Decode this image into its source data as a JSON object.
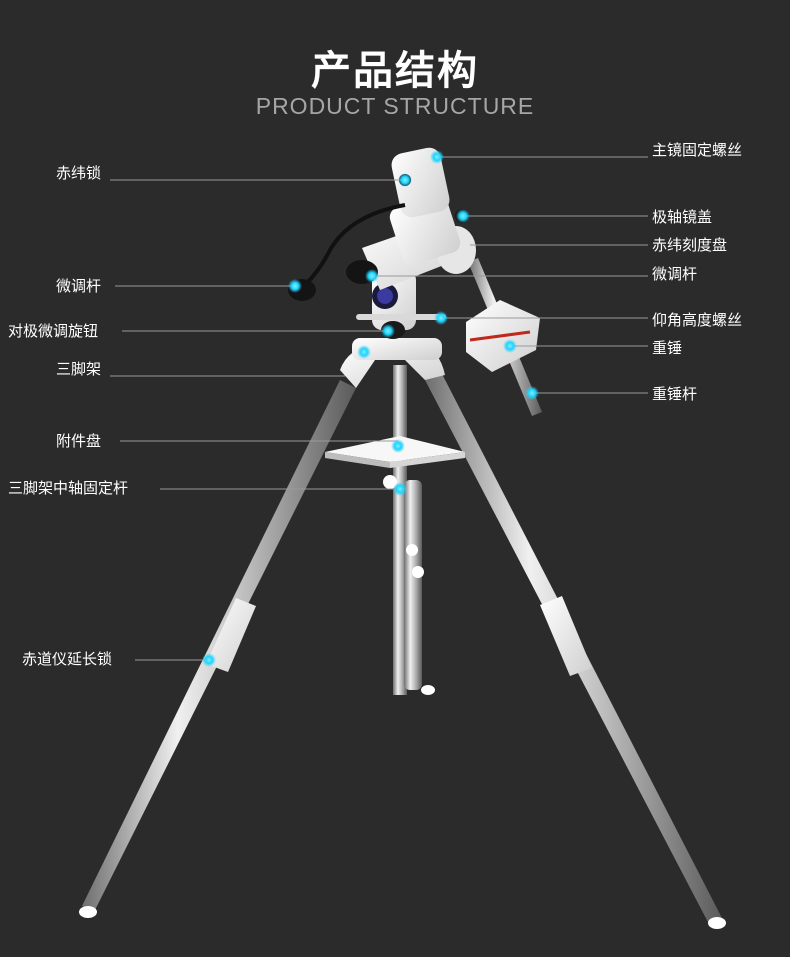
{
  "header": {
    "title": "产品结构",
    "subtitle": "PRODUCT STRUCTURE"
  },
  "labels_left": [
    {
      "id": "ra-lock",
      "text": "赤纬锁"
    },
    {
      "id": "slow-motion-rod-left",
      "text": "微调杆"
    },
    {
      "id": "polar-fine-knob",
      "text": "对极微调旋钮"
    },
    {
      "id": "tripod",
      "text": "三脚架"
    },
    {
      "id": "accessory-tray",
      "text": "附件盘"
    },
    {
      "id": "tripod-center-rod",
      "text": "三脚架中轴固定杆"
    },
    {
      "id": "equatorial-extension-lock",
      "text": "赤道仪延长锁"
    }
  ],
  "labels_right": [
    {
      "id": "main-scope-screw",
      "text": "主镜固定螺丝"
    },
    {
      "id": "polar-cover",
      "text": "极轴镜盖"
    },
    {
      "id": "dec-setting-circle",
      "text": "赤纬刻度盘"
    },
    {
      "id": "slow-motion-rod-right",
      "text": "微调杆"
    },
    {
      "id": "altitude-screw",
      "text": "仰角高度螺丝"
    },
    {
      "id": "counterweight",
      "text": "重锤"
    },
    {
      "id": "counterweight-rod",
      "text": "重锤杆"
    }
  ],
  "colors": {
    "background": "#2b2b2b",
    "marker": "#1fd3ff",
    "leader_line": "#9a9a9a",
    "mount_white": "#f2f2f2"
  }
}
